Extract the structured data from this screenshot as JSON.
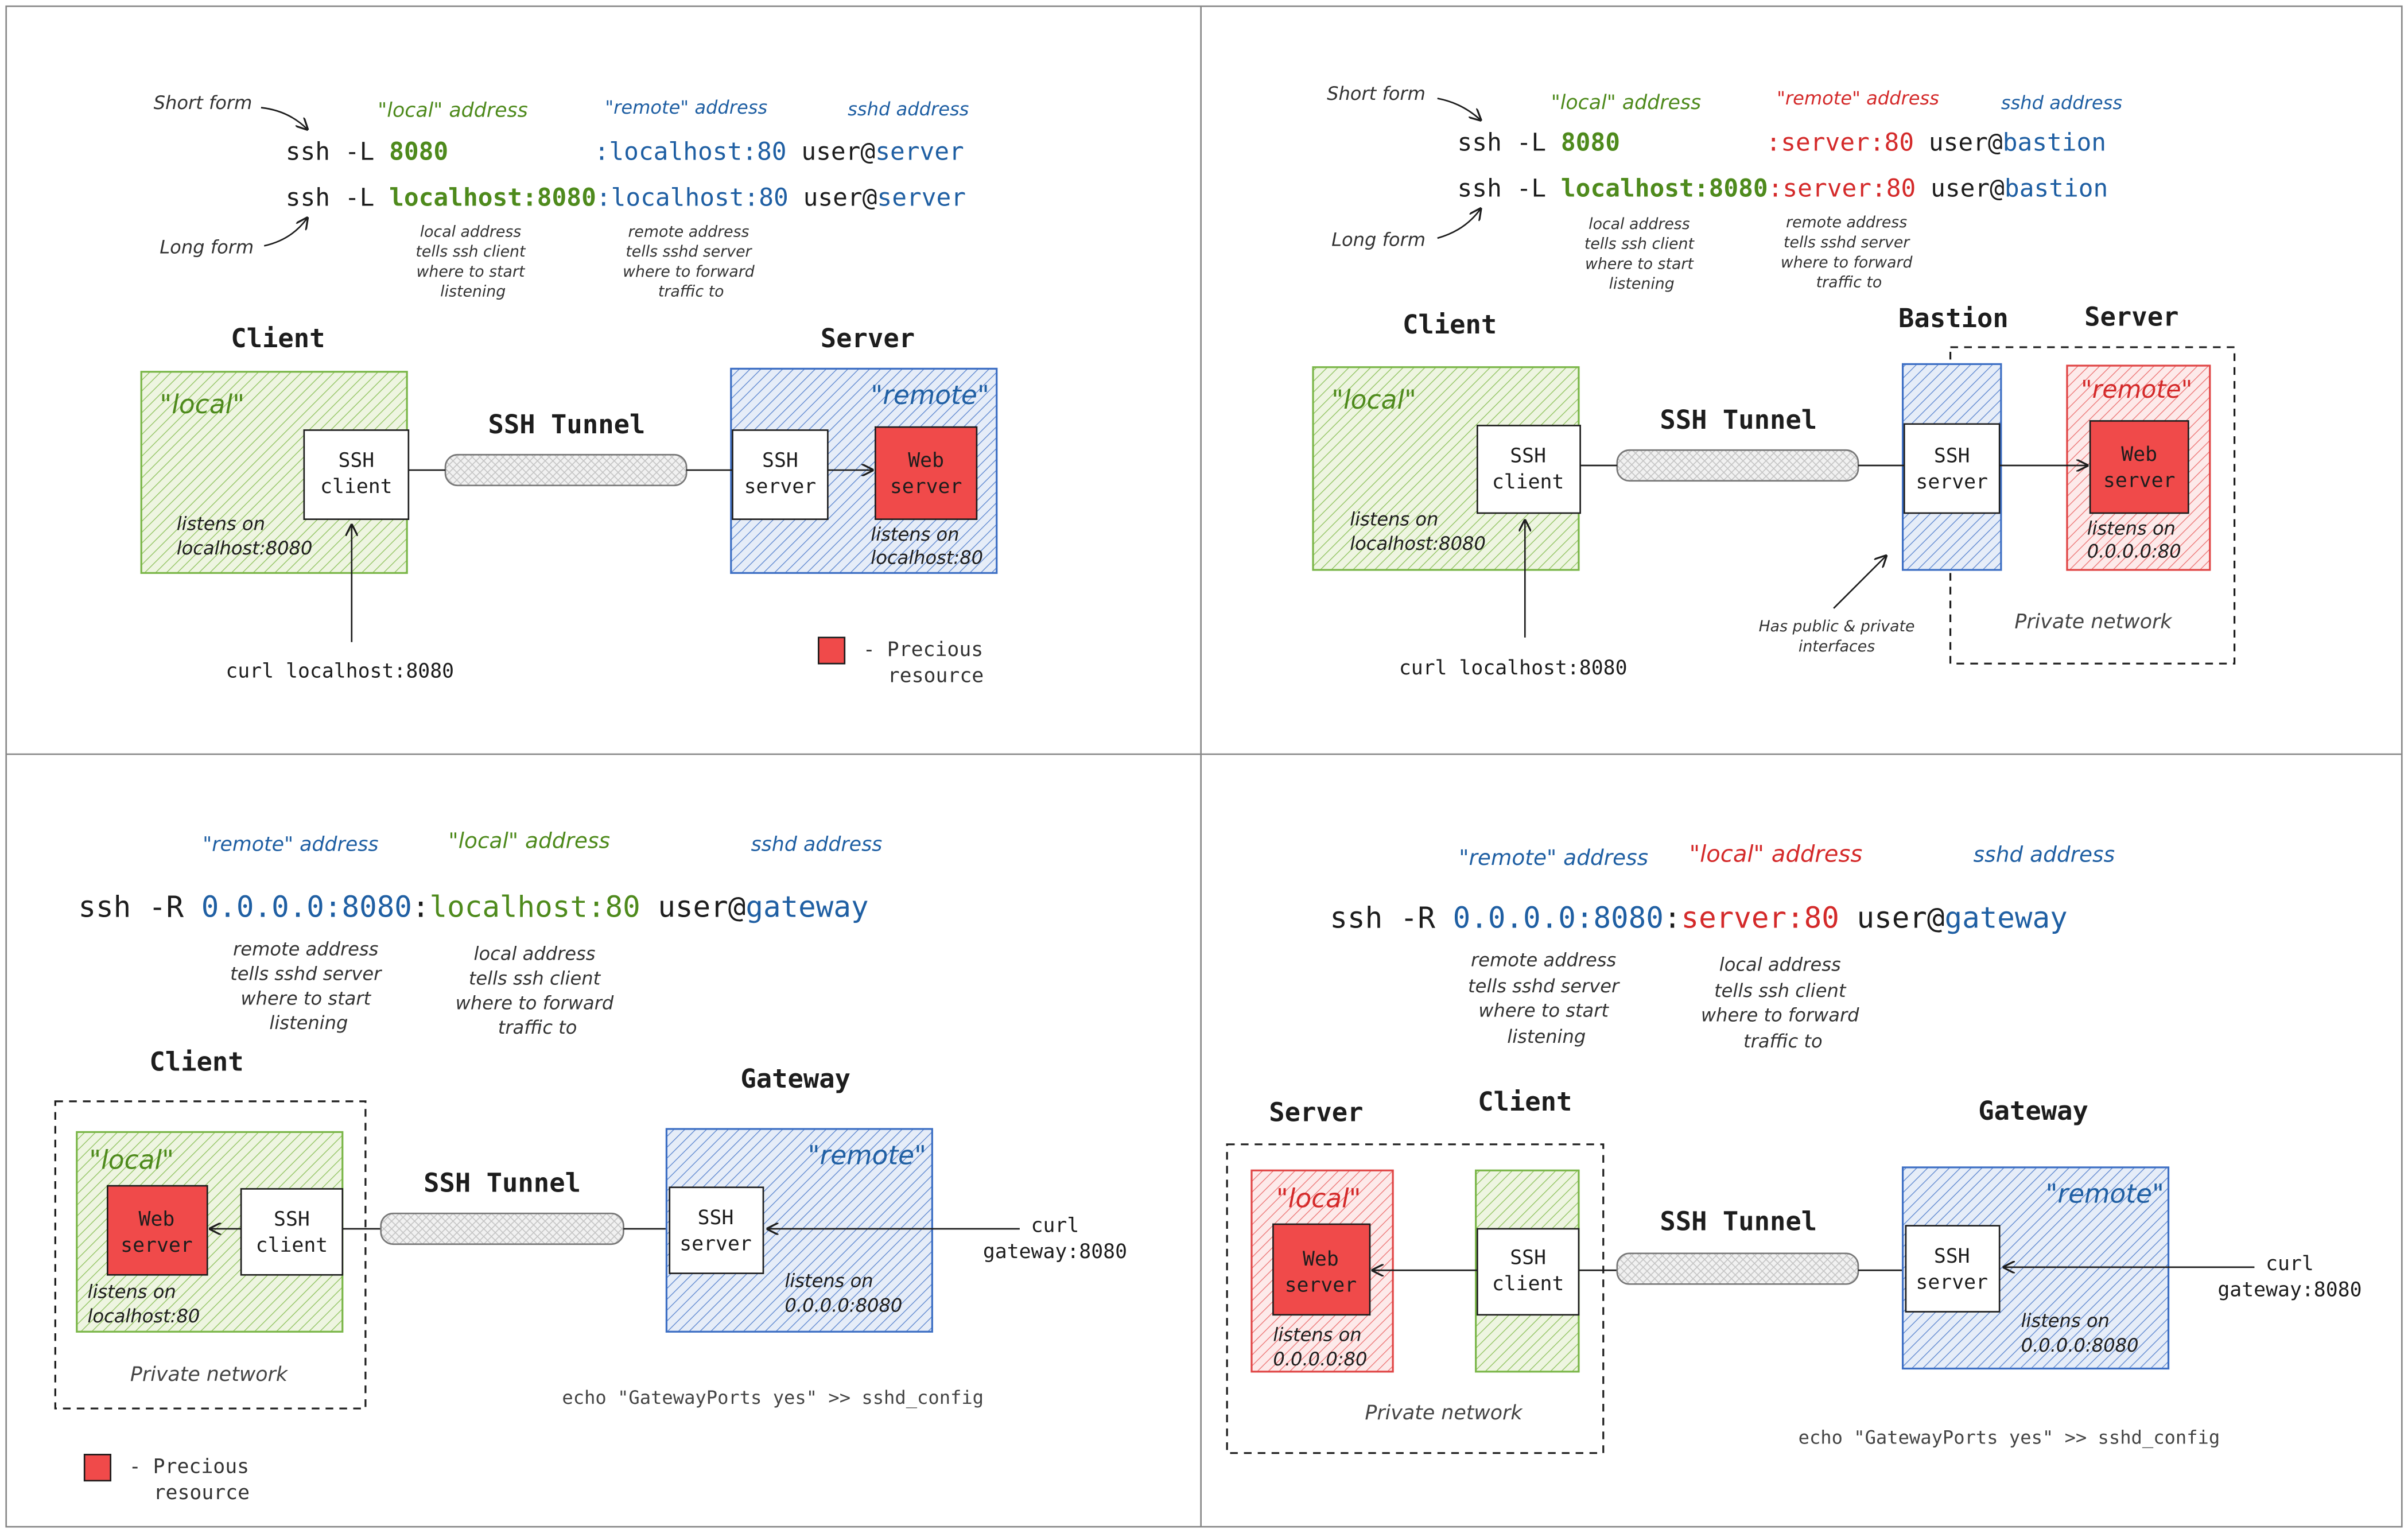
{
  "colors": {
    "local": "#4e8a1c",
    "remote": "#1f5fa3",
    "red": "#d42a2a",
    "precious": "#f04a4a",
    "ink": "#1d1d1d",
    "green_fill": "#e8f2d6",
    "green_stroke": "#7ab648",
    "blue_fill": "#e0e9f7",
    "blue_stroke": "#3d6fc4",
    "red_fill": "#fbe3e3",
    "red_stroke": "#e04545"
  },
  "common": {
    "short_form": "Short form",
    "long_form": "Long form",
    "local_address": "\"local\" address",
    "remote_address": "\"remote\" address",
    "sshd_address": "sshd address",
    "ssh_tunnel": "SSH Tunnel",
    "ssh": "SSH",
    "client": "client",
    "server": "server",
    "web": "Web",
    "local_label": "\"local\"",
    "remote_label": "\"remote\"",
    "listens_on": "listens on",
    "private_network": "Private network",
    "precious": "- Precious",
    "resource": "resource",
    "gateway_ports": "echo \"GatewayPorts yes\" >> sshd_config"
  },
  "q1": {
    "cmd_prefix": "ssh -L ",
    "short_local": "8080",
    "long_local": "localhost:8080",
    "remote": ":localhost:80",
    "user": " user@",
    "host": "server",
    "note_local": [
      "local address",
      "tells ssh client",
      "where to start",
      "listening"
    ],
    "note_remote": [
      "remote address",
      "tells sshd server",
      "where to forward",
      "traffic to"
    ],
    "title_client": "Client",
    "title_server": "Server",
    "client_listen": "localhost:8080",
    "server_listen": "localhost:80",
    "curl": "curl localhost:8080"
  },
  "q2": {
    "cmd_prefix": "ssh -L ",
    "short_local": "8080",
    "long_local": "localhost:8080",
    "remote": ":server:80",
    "user": " user@",
    "host": "bastion",
    "note_local": [
      "local address",
      "tells ssh client",
      "where to start",
      "listening"
    ],
    "note_remote": [
      "remote address",
      "tells sshd server",
      "where to forward",
      "traffic to"
    ],
    "title_client": "Client",
    "title_bastion": "Bastion",
    "title_server": "Server",
    "client_listen": "localhost:8080",
    "server_listen": "0.0.0.0:80",
    "bastion_note": [
      "Has public & private",
      "interfaces"
    ],
    "curl": "curl localhost:8080"
  },
  "q3": {
    "cmd_prefix": "ssh -R ",
    "remote": "0.0.0.0:8080",
    "colon": ":",
    "local": "localhost:80",
    "user": " user@",
    "host": "gateway",
    "note_remote": [
      "remote address",
      "tells sshd server",
      "where to start",
      "listening"
    ],
    "note_local": [
      "local address",
      "tells ssh client",
      "where to forward",
      "traffic to"
    ],
    "title_client": "Client",
    "title_gateway": "Gateway",
    "client_listen": "localhost:80",
    "gateway_listen": "0.0.0.0:8080",
    "curl": [
      "curl",
      "gateway:8080"
    ]
  },
  "q4": {
    "cmd_prefix": "ssh -R ",
    "remote": "0.0.0.0:8080",
    "colon": ":",
    "local": "server:80",
    "user": " user@",
    "host": "gateway",
    "note_remote": [
      "remote address",
      "tells sshd server",
      "where to start",
      "listening"
    ],
    "note_local": [
      "local address",
      "tells ssh client",
      "where to forward",
      "traffic to"
    ],
    "title_server": "Server",
    "title_client": "Client",
    "title_gateway": "Gateway",
    "server_listen": "0.0.0.0:80",
    "gateway_listen": "0.0.0.0:8080",
    "curl": [
      "curl",
      "gateway:8080"
    ]
  }
}
